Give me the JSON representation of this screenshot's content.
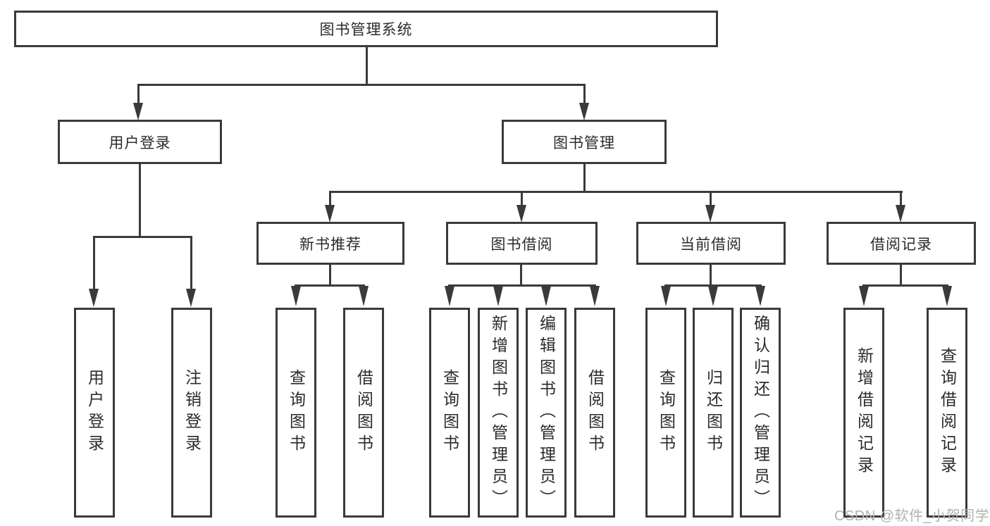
{
  "colors": {
    "line": "#3a3a3a",
    "text": "#2b2b2b",
    "wm": "#b1b1b1"
  },
  "tree": {
    "label": "图书管理系统",
    "children": [
      {
        "label": "用户登录",
        "children": [
          {
            "label": "用户登录"
          },
          {
            "label": "注销登录"
          }
        ]
      },
      {
        "label": "图书管理",
        "children": [
          {
            "label": "新书推荐",
            "children": [
              {
                "label": "查询图书"
              },
              {
                "label": "借阅图书"
              }
            ]
          },
          {
            "label": "图书借阅",
            "children": [
              {
                "label": "查询图书"
              },
              {
                "label": "新增图书（管理员）"
              },
              {
                "label": "编辑图书（管理员）"
              },
              {
                "label": "借阅图书"
              }
            ]
          },
          {
            "label": "当前借阅",
            "children": [
              {
                "label": "查询图书"
              },
              {
                "label": "归还图书"
              },
              {
                "label": "确认归还（管理员）"
              }
            ]
          },
          {
            "label": "借阅记录",
            "children": [
              {
                "label": "新增借阅记录"
              },
              {
                "label": "查询借阅记录"
              }
            ]
          }
        ]
      }
    ]
  },
  "watermark": {
    "text": "CSDN @软件_小贺同学"
  }
}
